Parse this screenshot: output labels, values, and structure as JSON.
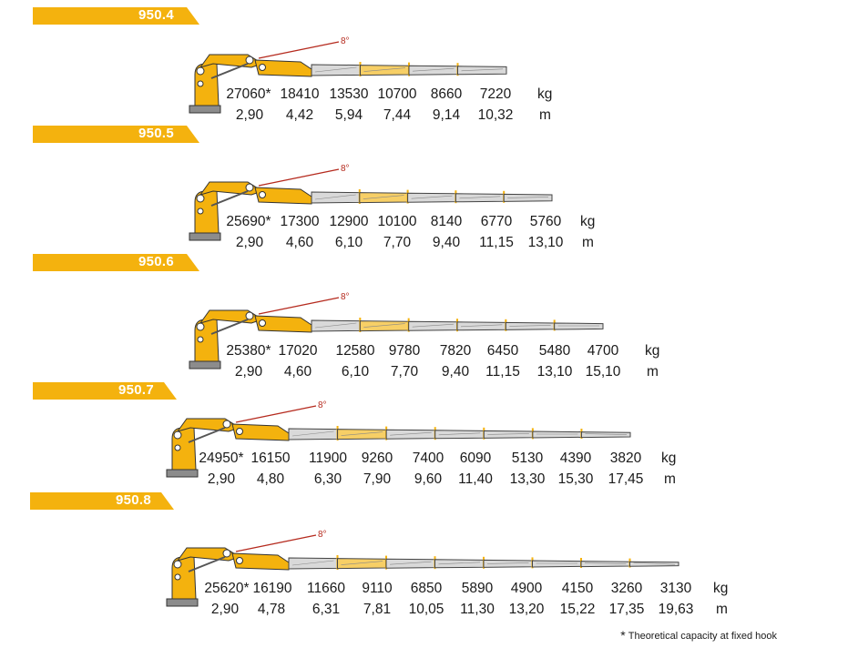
{
  "angle_label": "8°",
  "footnote": {
    "symbol": "*",
    "text": "Theoretical capacity at fixed hook"
  },
  "models": [
    {
      "name": "950.4",
      "loads": [
        "27060*",
        "18410",
        "13530",
        "10700",
        "8660",
        "7220"
      ],
      "load_unit": "kg",
      "reaches": [
        "2,90",
        "4,42",
        "5,94",
        "7,44",
        "9,14",
        "10,32"
      ],
      "reach_unit": "m"
    },
    {
      "name": "950.5",
      "loads": [
        "25690*",
        "17300",
        "12900",
        "10100",
        "8140",
        "6770",
        "5760"
      ],
      "load_unit": "kg",
      "reaches": [
        "2,90",
        "4,60",
        "6,10",
        "7,70",
        "9,40",
        "11,15",
        "13,10"
      ],
      "reach_unit": "m"
    },
    {
      "name": "950.6",
      "loads": [
        "25380*",
        "17020",
        "12580",
        "9780",
        "7820",
        "6450",
        "5480",
        "4700"
      ],
      "load_unit": "kg",
      "reaches": [
        "2,90",
        "4,60",
        "6,10",
        "7,70",
        "9,40",
        "11,15",
        "13,10",
        "15,10"
      ],
      "reach_unit": "m"
    },
    {
      "name": "950.7",
      "loads": [
        "24950*",
        "16150",
        "11900",
        "9260",
        "7400",
        "6090",
        "5130",
        "4390",
        "3820"
      ],
      "load_unit": "kg",
      "reaches": [
        "2,90",
        "4,80",
        "6,30",
        "7,90",
        "9,60",
        "11,40",
        "13,30",
        "15,30",
        "17,45"
      ],
      "reach_unit": "m"
    },
    {
      "name": "950.8",
      "loads": [
        "25620*",
        "16190",
        "11660",
        "9110",
        "6850",
        "5890",
        "4900",
        "4150",
        "3260",
        "3130"
      ],
      "load_unit": "kg",
      "reaches": [
        "2,90",
        "4,78",
        "6,31",
        "7,81",
        "10,05",
        "11,30",
        "13,20",
        "15,22",
        "17,35",
        "19,63"
      ],
      "reach_unit": "m"
    }
  ]
}
